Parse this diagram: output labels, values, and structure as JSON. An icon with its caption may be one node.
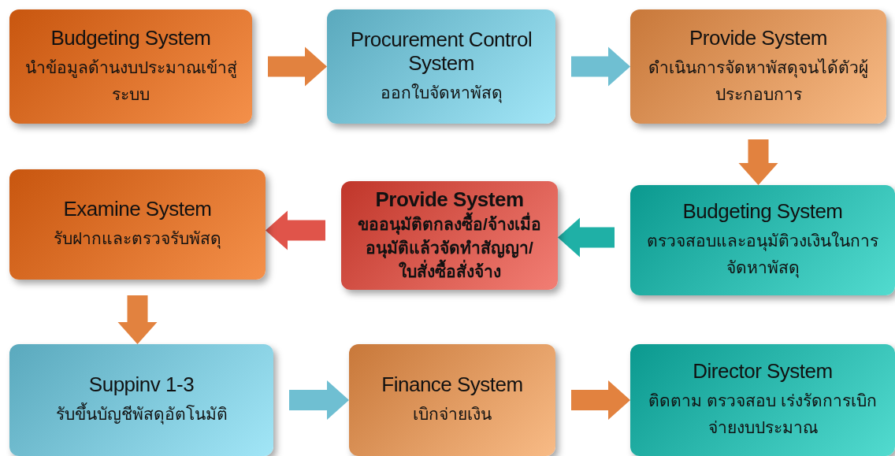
{
  "diagram": {
    "nodes": [
      {
        "text": [
          "Budgeting System",
          "นำข้อมูลด้านงบประมาณเข้าสู่ระบบ"
        ]
      },
      {
        "text": [
          "Procurement Control System",
          "ออกใบจัดหาพัสดุ"
        ]
      },
      {
        "text": [
          "Provide System",
          "ดำเนินการจัดหาพัสดุจนได้ตัวผู้ประกอบการ"
        ]
      },
      {
        "text": [
          "Budgeting System",
          "ตรวจสอบและอนุมัติวงเงินในการจัดหาพัสดุ"
        ]
      },
      {
        "text": [
          "Provide System",
          "ขออนุมัติตกลงซื้อ/จ้างเมื่ออนุมัติแล้วจัดทำสัญญา/ใบสั่งซื้อสั่งจ้าง"
        ]
      },
      {
        "text": [
          "Examine System",
          "รับฝากและตรวจรับพัสดุ"
        ]
      },
      {
        "text": [
          "Suppinv 1-3",
          "รับขึ้นบัญชีพัสดุอัตโนมัติ"
        ]
      },
      {
        "text": [
          "Finance System",
          "เบิกจ่ายเงิน"
        ]
      },
      {
        "text": [
          "Director System",
          "ติดตาม ตรวจสอบ เร่งรัดการเบิกจ่ายงบประมาณ"
        ]
      }
    ],
    "edges": [
      {
        "from": 0,
        "to": 1,
        "arrow": "to"
      },
      {
        "from": 1,
        "to": 2,
        "arrow": "to",
        "color": "#6fbfd2"
      },
      {
        "from": 2,
        "to": 3,
        "arrow": "to"
      },
      {
        "from": 3,
        "to": 4,
        "arrow": "to",
        "color": "#1fb0a6"
      },
      {
        "from": 4,
        "to": 5,
        "arrow": "to",
        "color": "#e0544a"
      },
      {
        "from": 5,
        "to": 6,
        "arrow": "to"
      },
      {
        "from": 6,
        "to": 7,
        "arrow": "to",
        "color": "#6fbfd2"
      },
      {
        "from": 7,
        "to": 8,
        "arrow": "to"
      }
    ]
  }
}
